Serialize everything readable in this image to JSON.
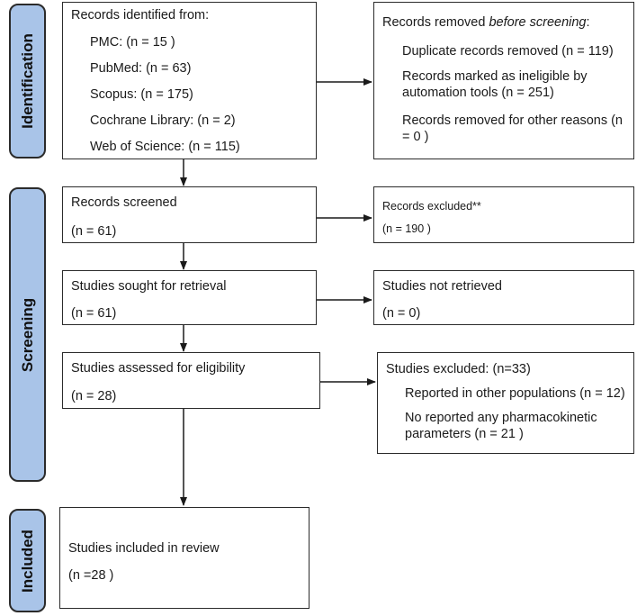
{
  "sections": {
    "identification": "Identification",
    "screening": "Screening",
    "included": "Included"
  },
  "identified": {
    "heading": "Records identified from:",
    "sources": [
      "PMC: (n = 15 )",
      "PubMed: (n = 63)",
      "Scopus: (n = 175)",
      "Cochrane Library: (n = 2)",
      "Web of Science: (n = 115)"
    ]
  },
  "removed": {
    "heading_prefix": "Records removed ",
    "heading_em": "before screening",
    "heading_suffix": ":",
    "items": [
      "Duplicate records removed  (n = 119)",
      "Records marked as ineligible by automation tools (n = 251)",
      "Records removed for other reasons (n = 0 )"
    ]
  },
  "screened": {
    "label": "Records screened",
    "count": "(n = 61)"
  },
  "excluded": {
    "label": "Records excluded**",
    "count": "(n = 190 )"
  },
  "retrieval": {
    "label": "Studies sought for retrieval",
    "count": "(n = 61)"
  },
  "not_retrieved": {
    "label": "Studies not retrieved",
    "count": "(n = 0)"
  },
  "eligibility": {
    "label": "Studies assessed for eligibility",
    "count": "(n = 28)"
  },
  "studies_excluded": {
    "heading": "Studies excluded: (n=33)",
    "items": [
      "Reported in other populations (n = 12)",
      "No reported any pharmacokinetic parameters  (n = 21 )"
    ]
  },
  "included_box": {
    "label": "Studies included in review",
    "count": "(n =28 )"
  }
}
